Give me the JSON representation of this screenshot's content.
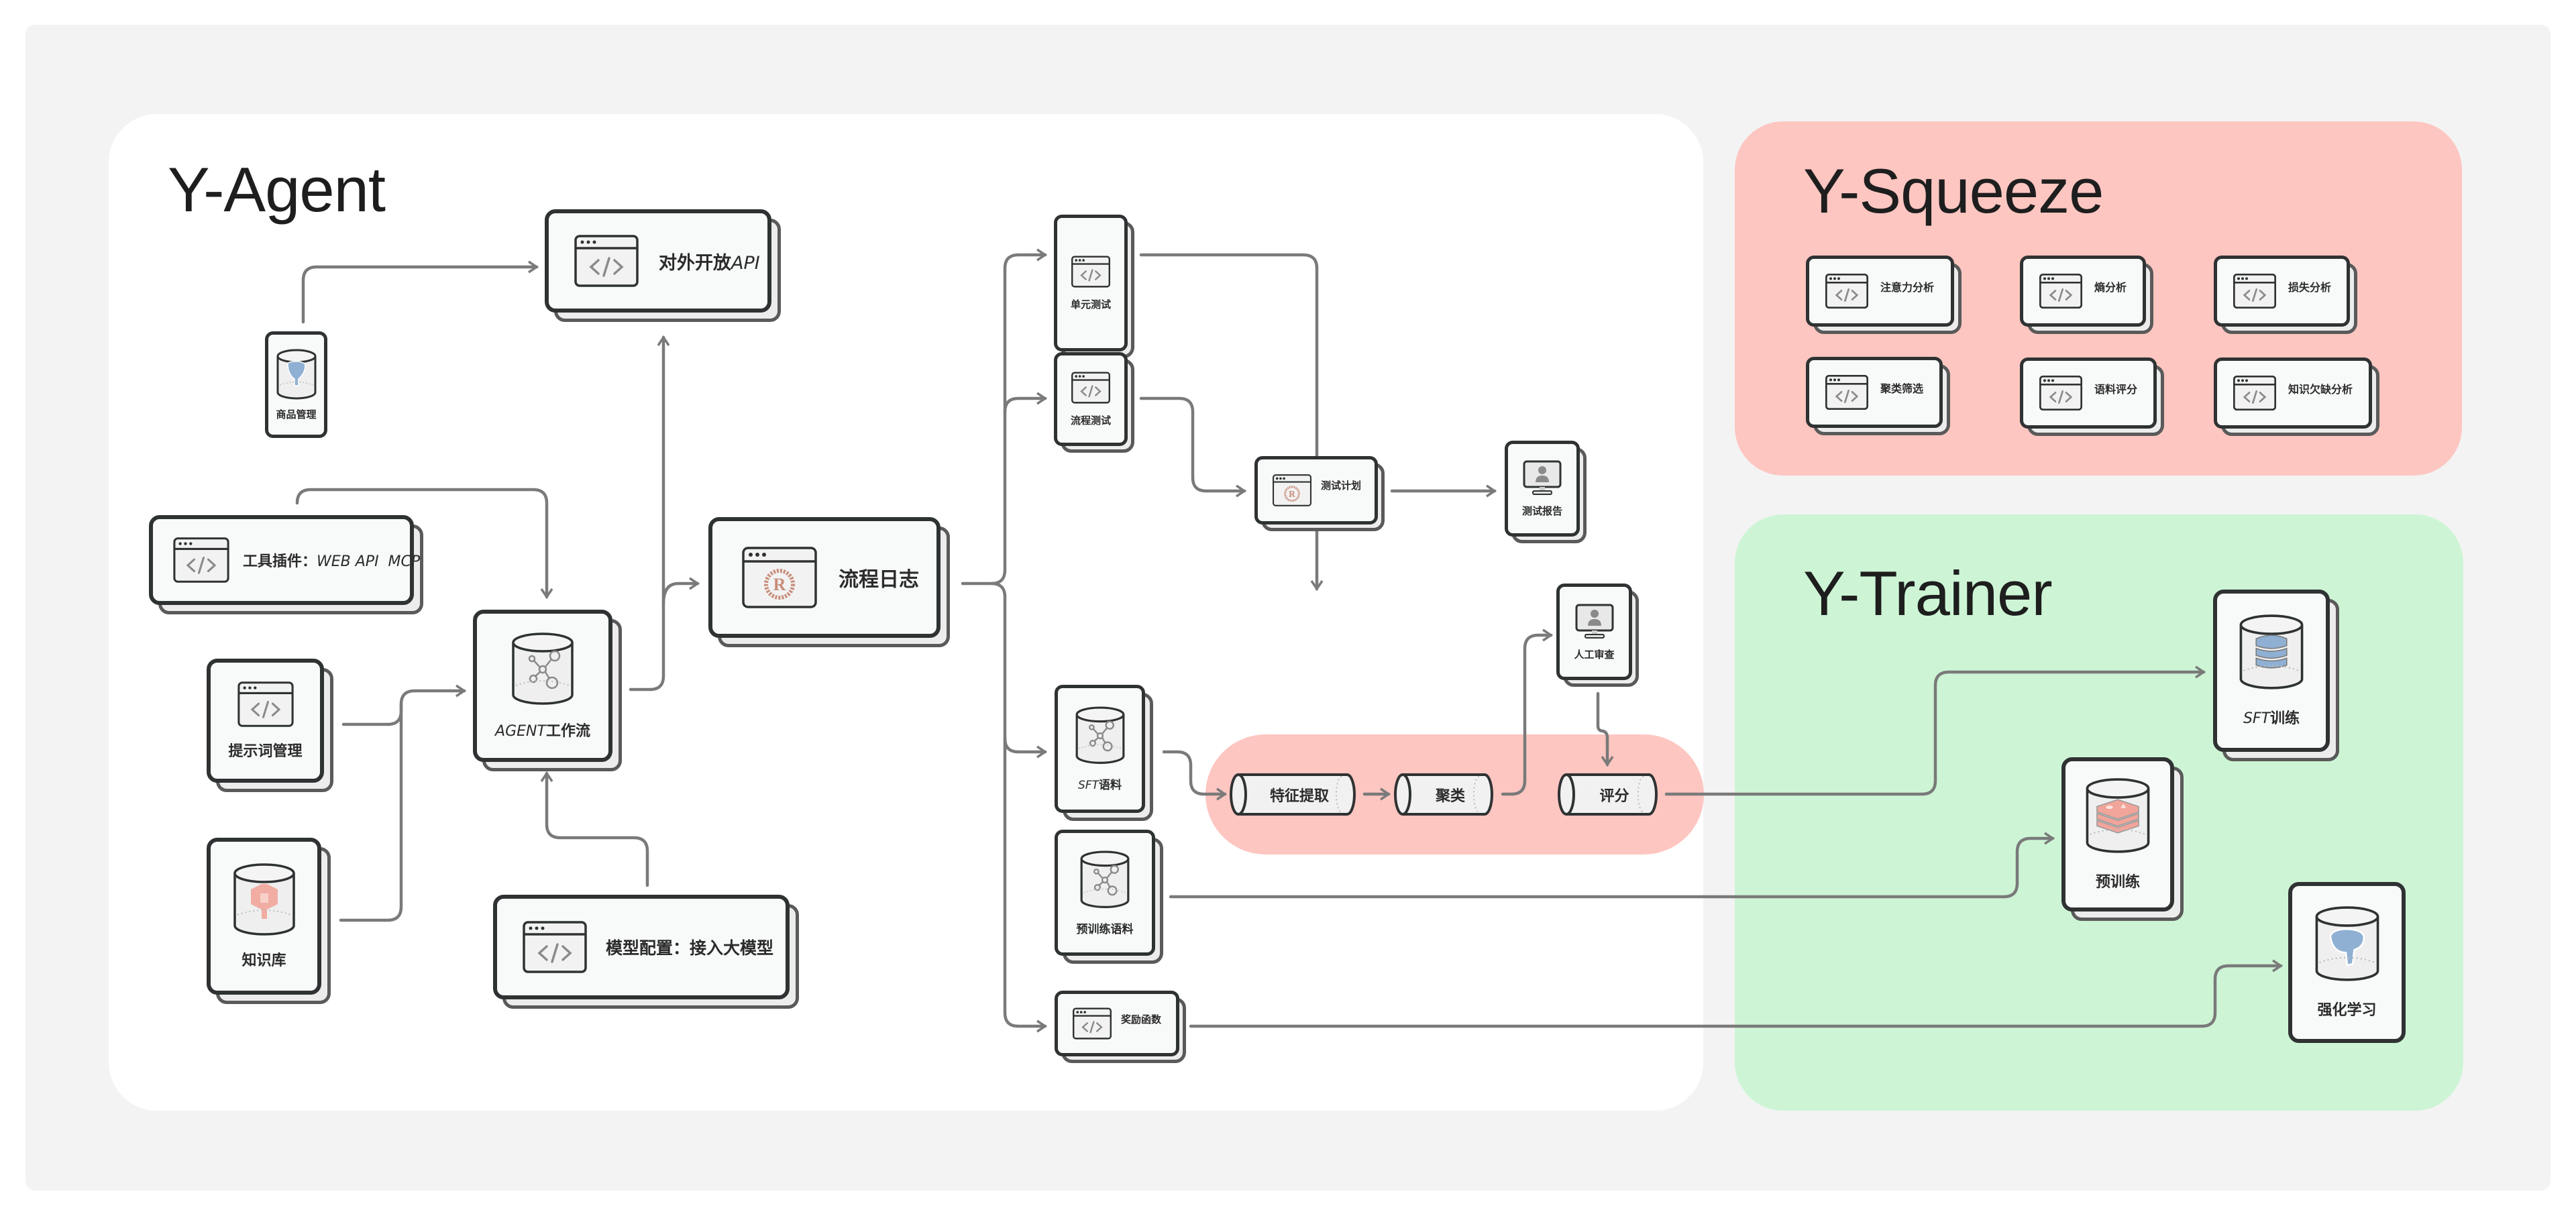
{
  "colors": {
    "page_bg": "#f3f3f3",
    "agent_panel": "#ffffff",
    "squeeze_panel": "#fec6c1",
    "trainer_panel": "#cdf5d5",
    "pipeline_bg": "#fec6c1",
    "connector": "#7a7a7a",
    "card_border": "#2f3233",
    "card_fill": "#f8f9f9",
    "rust_accent": "#c98d7a",
    "postgres_blue": "#8fb0d3",
    "redis_red": "#f1a59a"
  },
  "panels": {
    "agent": {
      "title": "Y-Agent"
    },
    "squeeze": {
      "title": "Y-Squeeze"
    },
    "trainer": {
      "title": "Y-Trainer"
    }
  },
  "agent_nodes": {
    "goods": {
      "label": "商品管理",
      "icon": "postgres-database-icon"
    },
    "open_api": {
      "label_cn": "对外开放",
      "label_en": "API",
      "icon": "code-window-icon"
    },
    "tools": {
      "label_cn": "工具插件：",
      "label_en": "WEB API  MCP",
      "icon": "code-window-icon"
    },
    "prompt": {
      "label": "提示词管理",
      "icon": "code-window-icon"
    },
    "knowledge": {
      "label": "知识库",
      "icon": "aws-s3-database-icon"
    },
    "workflow": {
      "label_en": "AGENT",
      "label_cn": "工作流",
      "icon": "graph-database-icon"
    },
    "model": {
      "label": "模型配置：接入大模型",
      "icon": "code-window-icon"
    },
    "flow_log": {
      "label": "流程日志",
      "icon": "rust-window-icon"
    },
    "unit_test": {
      "label": "单元测试",
      "icon": "code-window-icon"
    },
    "flow_test": {
      "label": "流程测试",
      "icon": "code-window-icon"
    },
    "test_plan": {
      "label": "测试计划",
      "icon": "rust-window-icon"
    },
    "test_report": {
      "label": "测试报告",
      "icon": "monitor-user-icon"
    },
    "sft_corpus": {
      "label_en": "SFT",
      "label_cn": "语料",
      "icon": "graph-database-icon"
    },
    "pretrain_corpus": {
      "label": "预训练语料",
      "icon": "graph-database-icon"
    },
    "reward": {
      "label": "奖励函数",
      "icon": "code-window-icon"
    },
    "human_review": {
      "label": "人工审查",
      "icon": "monitor-user-icon"
    }
  },
  "pipeline": {
    "steps": [
      {
        "label": "特征提取"
      },
      {
        "label": "聚类"
      },
      {
        "label": "评分"
      }
    ]
  },
  "squeeze_items": [
    {
      "label": "注意力分析",
      "icon": "code-window-icon"
    },
    {
      "label": "熵分析",
      "icon": "code-window-icon"
    },
    {
      "label": "损失分析",
      "icon": "code-window-icon"
    },
    {
      "label": "聚类筛选",
      "icon": "code-window-icon"
    },
    {
      "label": "语料评分",
      "icon": "code-window-icon"
    },
    {
      "label": "知识欠缺分析",
      "icon": "code-window-icon"
    }
  ],
  "trainer_nodes": {
    "sft": {
      "label_en": "SFT",
      "label_cn": "训练",
      "icon": "layered-database-icon"
    },
    "pretrain": {
      "label": "预训练",
      "icon": "redis-database-icon"
    },
    "rl": {
      "label": "强化学习",
      "icon": "postgres-database-icon"
    }
  }
}
